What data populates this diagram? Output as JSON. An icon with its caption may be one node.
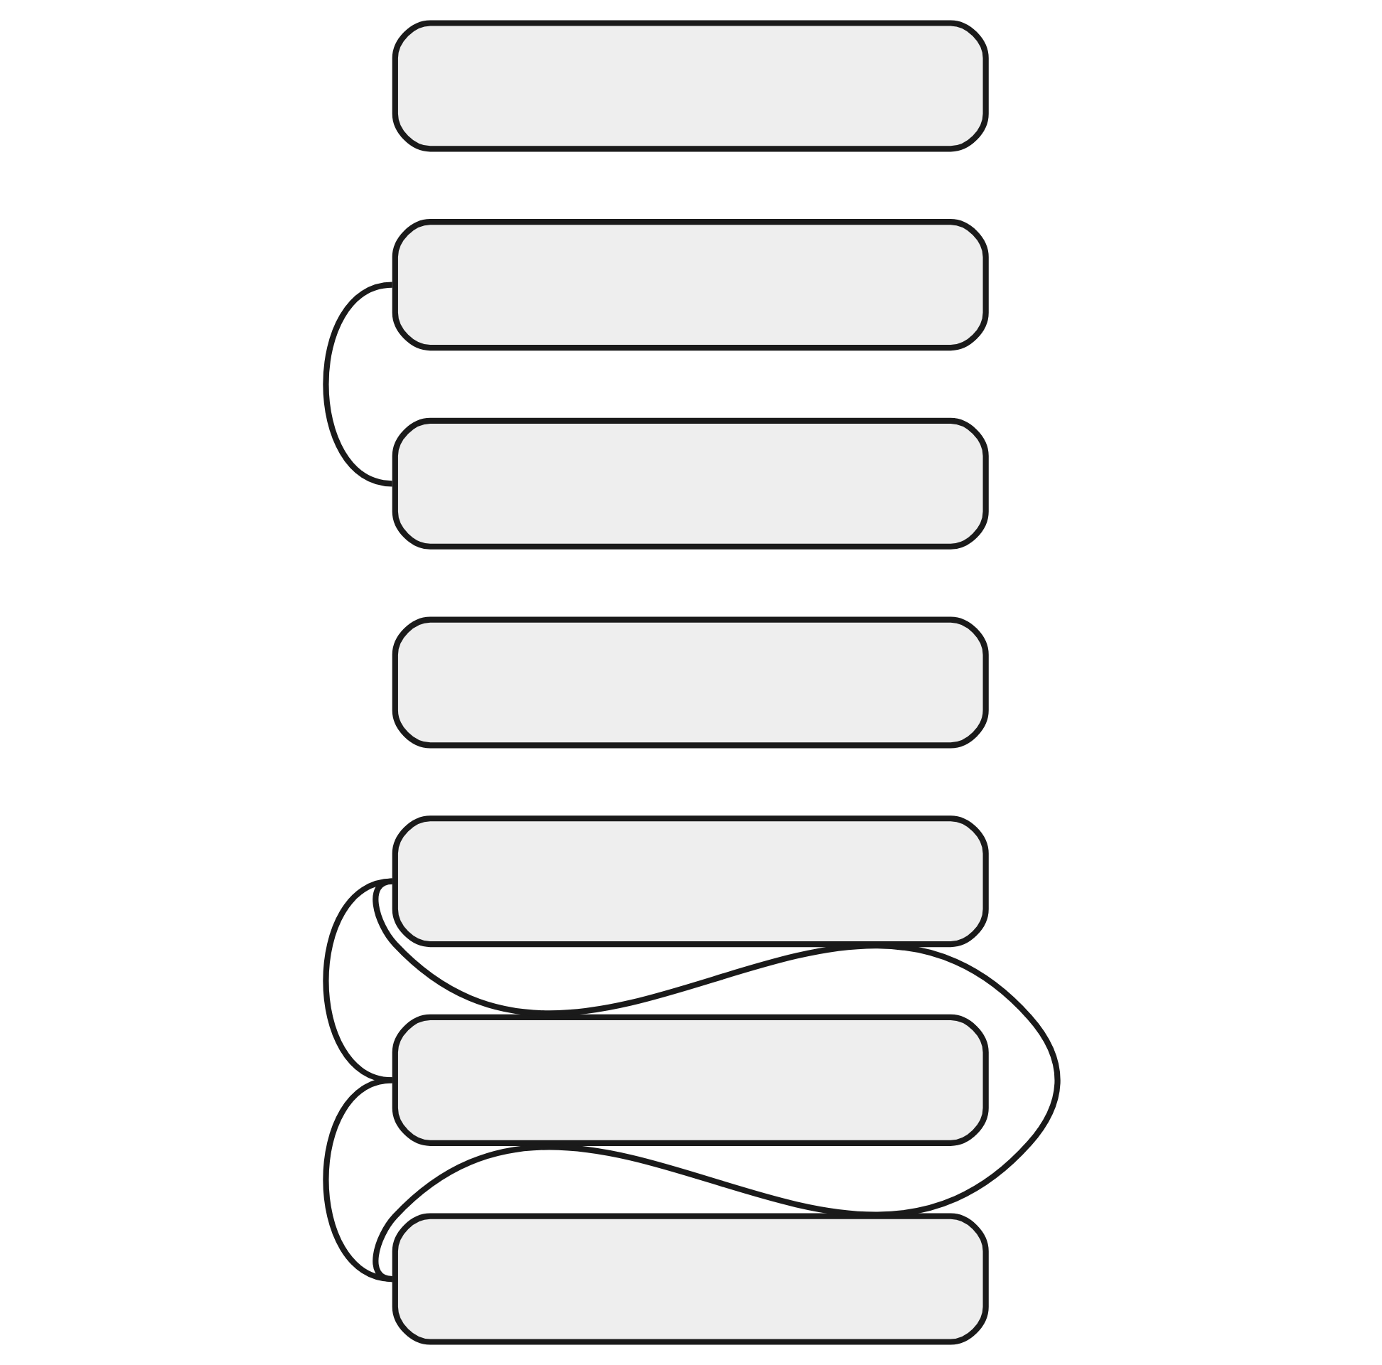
{
  "diagram": {
    "nodes": [
      {
        "text": [],
        "shape": "box"
      },
      {
        "text": [],
        "shape": "box"
      },
      {
        "text": [],
        "shape": "box"
      },
      {
        "text": [],
        "shape": "box"
      },
      {
        "text": [],
        "shape": "box"
      },
      {
        "text": [],
        "shape": "box"
      },
      {
        "text": [],
        "shape": "box"
      }
    ],
    "edges": [
      {
        "from": 1,
        "to": 2,
        "arrow": "none"
      },
      {
        "from": 4,
        "to": 5,
        "arrow": "none"
      },
      {
        "from": 4,
        "to": 6,
        "arrow": "none"
      },
      {
        "from": 5,
        "to": 6,
        "arrow": "none"
      }
    ]
  }
}
